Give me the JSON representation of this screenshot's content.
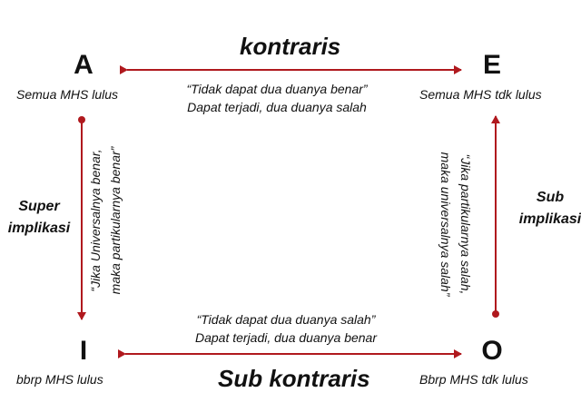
{
  "corners": {
    "A": {
      "letter": "A",
      "caption": "Semua MHS lulus"
    },
    "E": {
      "letter": "E",
      "caption": "Semua MHS tdk lulus"
    },
    "I": {
      "letter": "I",
      "caption": "bbrp MHS lulus"
    },
    "O": {
      "letter": "O",
      "caption": "Bbrp MHS tdk lulus"
    }
  },
  "top": {
    "title": "kontraris",
    "line1": "“Tidak dapat dua duanya benar”",
    "line2": "Dapat terjadi, dua duanya salah"
  },
  "bottom": {
    "title": "Sub kontraris",
    "line1": "“Tidak dapat dua duanya salah”",
    "line2": "Dapat terjadi, dua duanya benar"
  },
  "left": {
    "label1": "Super",
    "label2": "implikasi",
    "rot1": "“Jika Universalnya benar,",
    "rot2": "maka partikularnya benar”"
  },
  "right": {
    "label1": "Sub",
    "label2": "implikasi",
    "rot1": "“Jika partikularnya salah,",
    "rot2": "maka universalnya  salah”"
  },
  "colors": {
    "arrow": "#b0191e"
  }
}
